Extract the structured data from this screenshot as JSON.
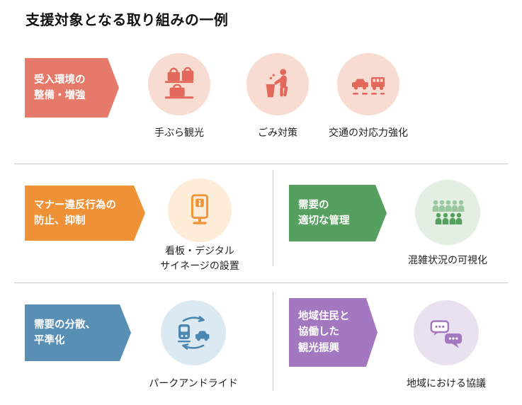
{
  "title": "支援対象となる取り組みの一例",
  "colors": {
    "red": "#e5796a",
    "red_light": "#f8dcd1",
    "red_icon": "#e2685c",
    "orange": "#ef9237",
    "orange_light": "#fdecd8",
    "green": "#55a05e",
    "green_light": "#e2efe2",
    "blue": "#5a8fb5",
    "blue_light": "#dbe9f2",
    "blue_icon": "#4b87b0",
    "purple": "#a478c0",
    "purple_light": "#eae1f0",
    "divider": "#c9c9c9"
  },
  "row1": {
    "label": "受入環境の\n整備・増強",
    "items": [
      {
        "caption": "手ぶら観光",
        "icon": "luggage-shelf-icon"
      },
      {
        "caption": "ごみ対策",
        "icon": "trash-disposal-icon"
      },
      {
        "caption": "交通の対応力強化",
        "icon": "car-bus-traffic-icon"
      }
    ]
  },
  "row2_left": {
    "label": "マナー違反行為の\n防止、抑制",
    "caption": "看板・デジタル\nサイネージの設置",
    "icon": "digital-signage-icon"
  },
  "row2_right": {
    "label": "需要の\n適切な管理",
    "caption": "混雑状況の可視化",
    "icon": "crowd-people-icon"
  },
  "row3_left": {
    "label": "需要の分散、\n平準化",
    "caption": "パークアンドライド",
    "icon": "park-and-ride-icon"
  },
  "row3_right": {
    "label": "地域住民と\n協働した\n観光振興",
    "caption": "地域における協議",
    "icon": "speech-bubbles-icon"
  }
}
